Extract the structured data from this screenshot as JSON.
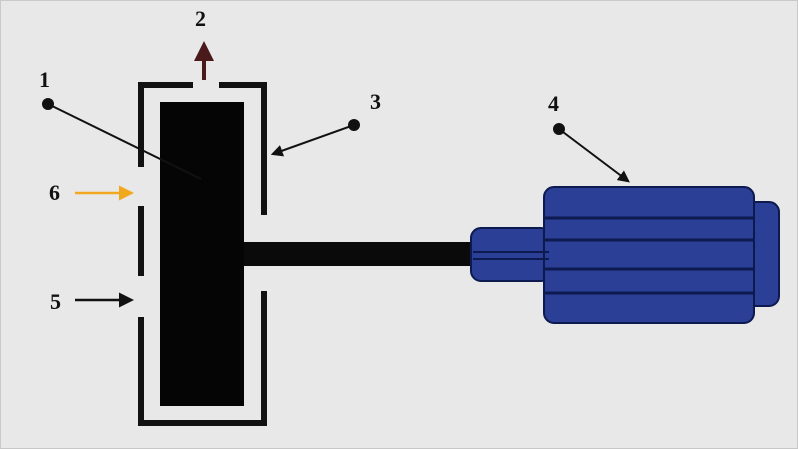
{
  "labels": {
    "n1": "1",
    "n2": "2",
    "n3": "3",
    "n4": "4",
    "n5": "5",
    "n6": "6"
  },
  "colors": {
    "background": "#e8e8e8",
    "housing": "#111111",
    "rotor": "#050505",
    "shaft": "#0a0a0a",
    "motor_body": "#2a3f95",
    "motor_outline": "#0d1a4f",
    "outlet_arrow": "#4a1a1a",
    "inlet_arrow_6": "#f0a81e",
    "inlet_arrow_5": "#111111",
    "leader_line": "#111111"
  }
}
